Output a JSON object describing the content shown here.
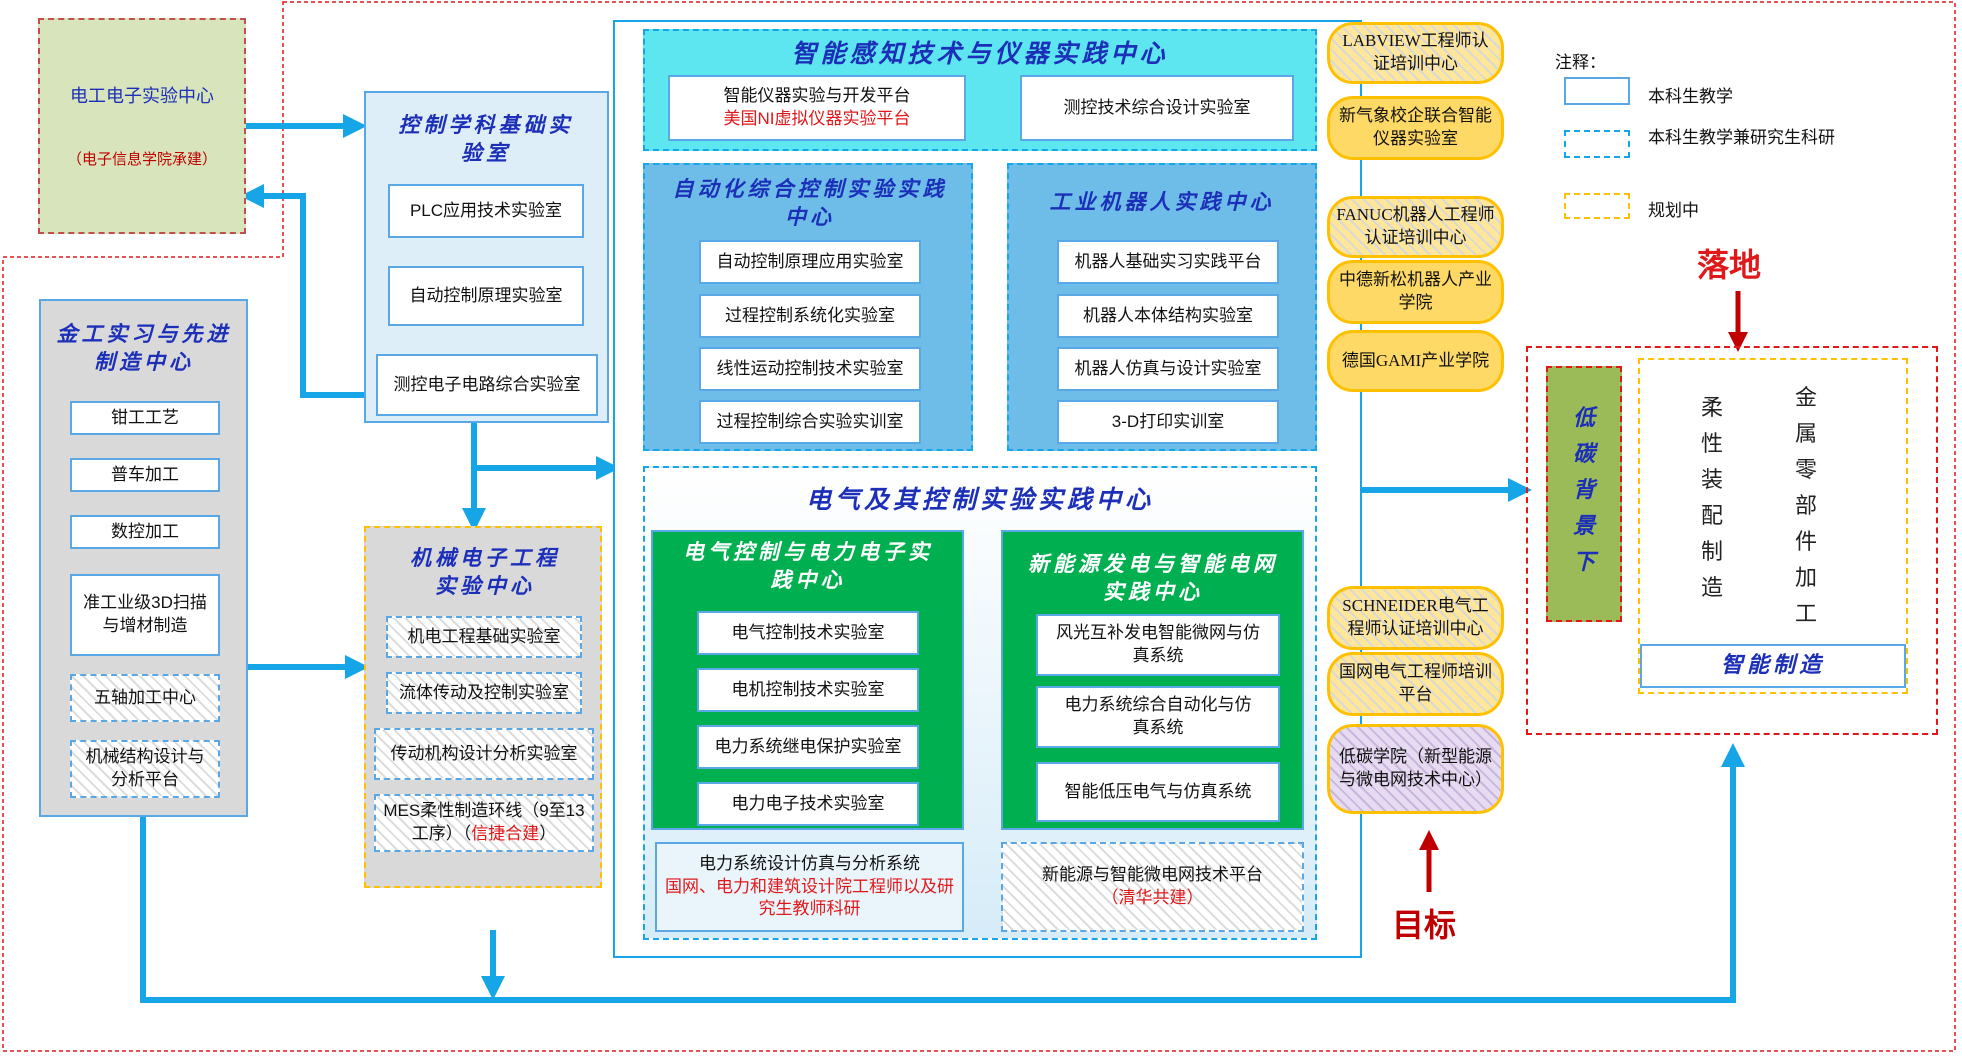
{
  "left_top": {
    "title": "电工电子实验中心",
    "sub": "（电子信息学院承建）"
  },
  "control": {
    "title": "控制学科基础实验室",
    "items": [
      "PLC应用技术实验室",
      "自动控制原理实验室",
      "测控电子电路综合实验室"
    ]
  },
  "jingong": {
    "title": "金工实习与先进制造中心",
    "items": [
      "钳工工艺",
      "普车加工",
      "数控加工",
      "准工业级3D扫描与增材制造",
      "五轴加工中心",
      "机械结构设计与分析平台"
    ]
  },
  "mech": {
    "title": "机械电子工程实验中心",
    "items": [
      "机电工程基础实验室",
      "流体传动及控制实验室",
      "传动机构设计分析实验室"
    ],
    "mes_main": "MES柔性制造环线（9至13工序）（",
    "mes_red": "信捷合建",
    "mes_end": "）"
  },
  "smart": {
    "title": "智能感知技术与仪器实践中心",
    "p1_line1": "智能仪器实验与开发平台",
    "p1_line2": "美国NI虚拟仪器实验平台",
    "p2": "测控技术综合设计实验室"
  },
  "auto": {
    "title": "自动化综合控制实验实践中心",
    "items": [
      "自动控制原理应用实验室",
      "过程控制系统化实验室",
      "线性运动控制技术实验室",
      "过程控制综合实验实训室"
    ]
  },
  "robot": {
    "title": "工业机器人实践中心",
    "items": [
      "机器人基础实习实践平台",
      "机器人本体结构实验室",
      "机器人仿真与设计实验室",
      "3-D打印实训室"
    ]
  },
  "elec": {
    "title": "电气及其控制实验实践中心"
  },
  "epe": {
    "title": "电气控制与电力电子实践中心",
    "items": [
      "电气控制技术实验室",
      "电机控制技术实验室",
      "电力系统继电保护实验室",
      "电力电子技术实验室"
    ]
  },
  "newe": {
    "title": "新能源发电与智能电网实践中心",
    "items": [
      "风光互补发电智能微网与仿真系统",
      "电力系统综合自动化与仿真系统",
      "智能低压电气与仿真系统"
    ]
  },
  "pss": {
    "line1": "电力系统设计仿真与分析系统",
    "line2": "国网、电力和建筑设计院工程师以及研究生教师科研"
  },
  "newplat": {
    "line1": "新能源与智能微电网技术平台",
    "line2": "（清华共建）"
  },
  "pills": [
    "LABVIEW工程师认证培训中心",
    "新气象校企联合智能仪器实验室",
    "FANUC机器人工程师认证培训中心",
    "中德新松机器人产业学院",
    "德国GAMI产业学院",
    "SCHNEIDER电气工程师认证培训中心",
    "国网电气工程师培训平台",
    "低碳学院（新型能源与微电网技术中心）"
  ],
  "legend": {
    "title": "注释：",
    "items": [
      "本科生教学",
      "本科生教学兼研究生科研",
      "规划中"
    ]
  },
  "landing": "落地",
  "target": "目标",
  "lowcarbon": [
    "低",
    "碳",
    "背",
    "景",
    "下"
  ],
  "flex": [
    "柔",
    "性",
    "装",
    "配",
    "制",
    "造"
  ],
  "metal": [
    "金",
    "属",
    "零",
    "部",
    "件",
    "加",
    "工"
  ],
  "intelligent": "智能制造",
  "colors": {
    "blue_border": "#5aa7e6",
    "green": "#00b050",
    "gold": "#ffc000",
    "red": "#e0181a",
    "title_blue": "#1c2fb8"
  }
}
